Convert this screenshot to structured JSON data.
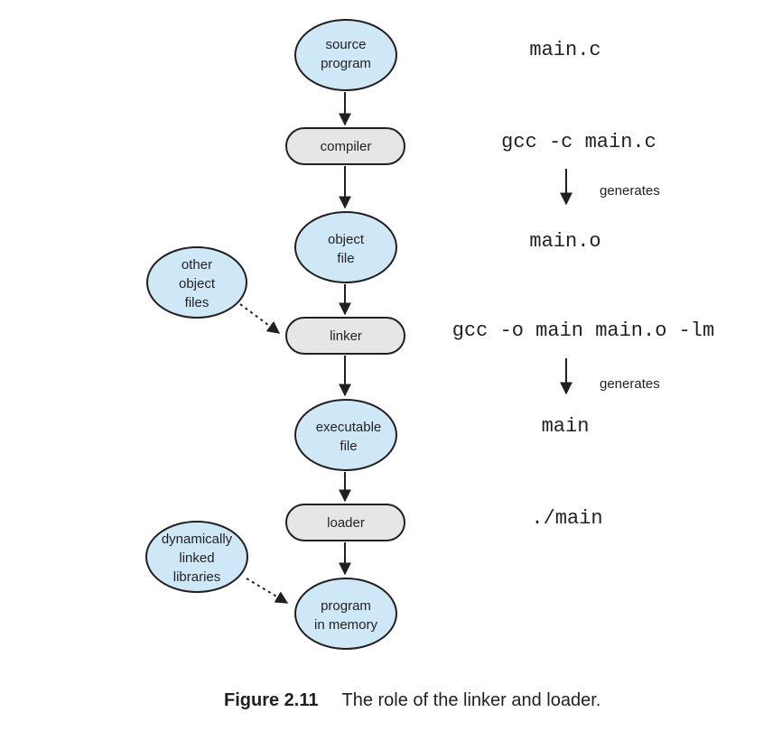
{
  "colors": {
    "ellipse_fill": "#cfe8f7",
    "pill_fill": "#e6e6e6",
    "stroke": "#231f20"
  },
  "nodes": {
    "source_program": [
      "source",
      "program"
    ],
    "compiler": "compiler",
    "object_file": [
      "object",
      "file"
    ],
    "other_object_files": [
      "other",
      "object",
      "files"
    ],
    "linker": "linker",
    "executable_file": [
      "executable",
      "file"
    ],
    "loader": "loader",
    "dynamically_linked_libraries": [
      "dynamically",
      "linked",
      "libraries"
    ],
    "program_in_memory": [
      "program",
      "in memory"
    ]
  },
  "commands": {
    "main_c": "main.c",
    "gcc_compile": "gcc -c main.c",
    "main_o": "main.o",
    "gcc_link": "gcc -o main main.o -lm",
    "main": "main",
    "run_main": "./main"
  },
  "generates_labels": [
    "generates",
    "generates"
  ],
  "caption": {
    "label": "Figure 2.11",
    "text": "The role of the linker and loader."
  }
}
